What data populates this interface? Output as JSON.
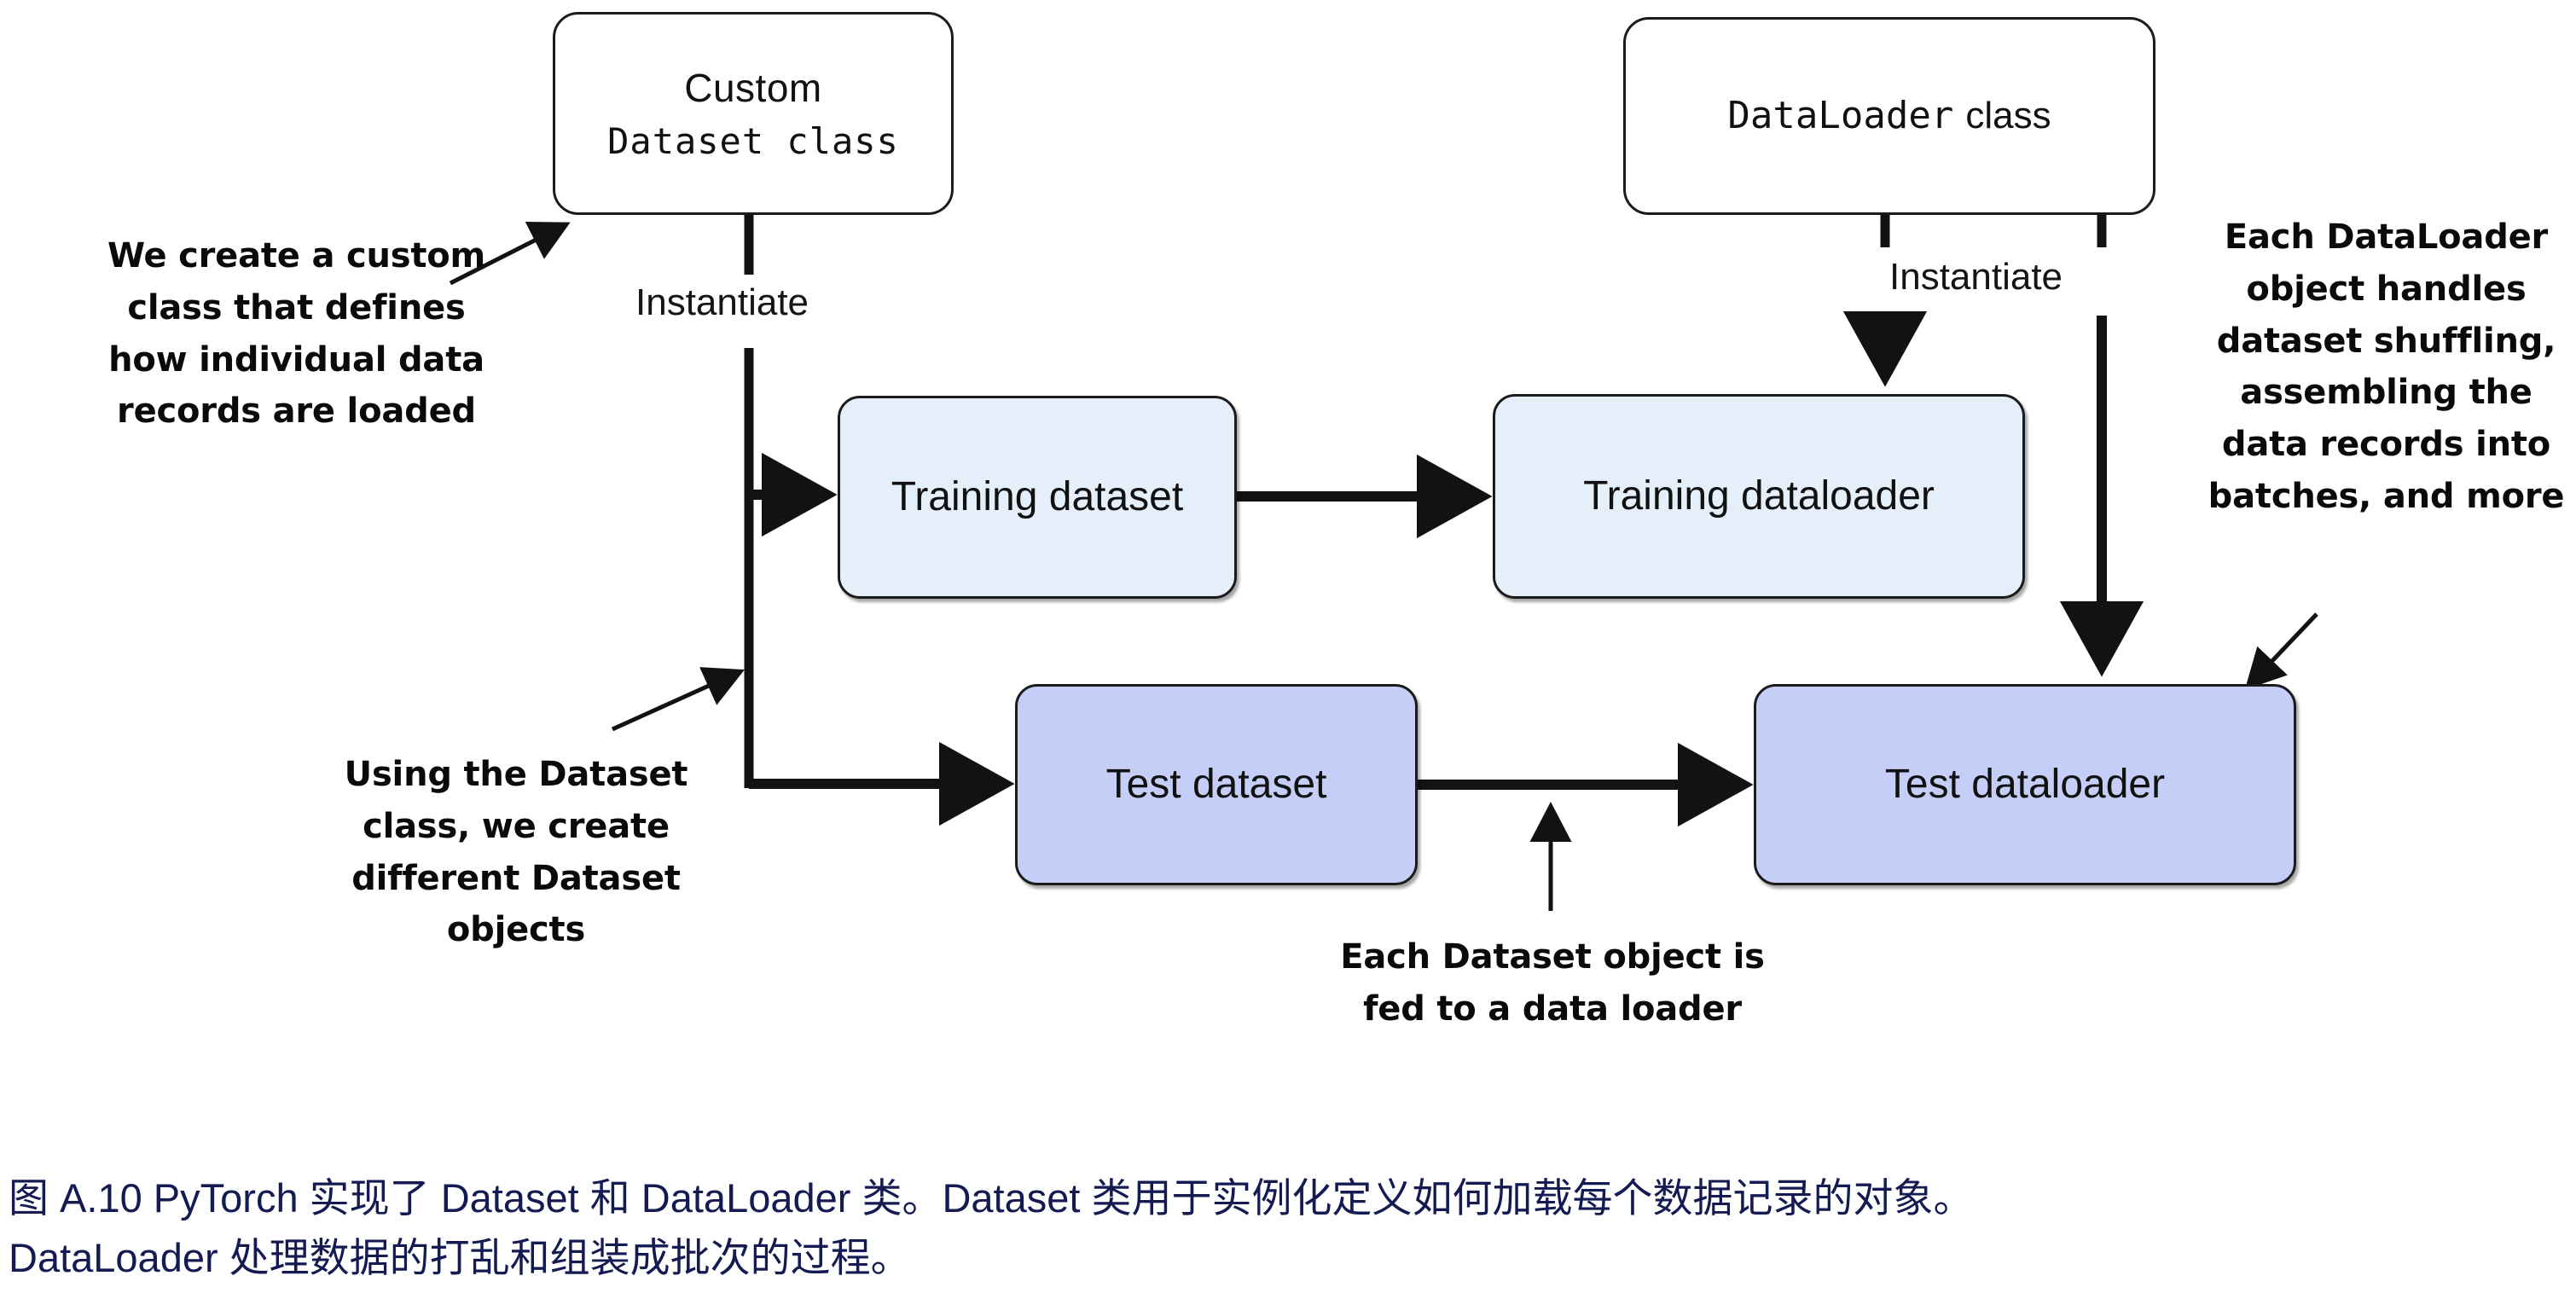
{
  "figure": {
    "title": "PyTorch Dataset and DataLoader class diagram",
    "colors": {
      "stroke": "#1b1b1b",
      "light_blue_fill": "#e4effa",
      "mid_blue_fill": "#c4cef6",
      "caption_text": "#141a52",
      "background": "#ffffff"
    }
  },
  "nodes": {
    "custom_dataset_class": {
      "line1": "Custom",
      "line2": "Dataset class",
      "fill": "white"
    },
    "dataloader_class": {
      "label_mono": "DataLoader",
      "label_sans": "class",
      "fill": "white"
    },
    "training_dataset": {
      "label": "Training dataset",
      "fill": "light-blue"
    },
    "training_dataloader": {
      "label": "Training dataloader",
      "fill": "light-blue"
    },
    "test_dataset": {
      "label": "Test dataset",
      "fill": "mid-blue"
    },
    "test_dataloader": {
      "label": "Test dataloader",
      "fill": "mid-blue"
    }
  },
  "edge_labels": {
    "instantiate_left": "Instantiate",
    "instantiate_right": "Instantiate"
  },
  "annotations": {
    "we_create": "We create a custom class that defines how individual data records are loaded",
    "using_dataset": "Using the Dataset class, we create different Dataset objects",
    "each_dataloader": "Each DataLoader object handles dataset shuffling, assembling the data records into batches, and more",
    "each_dataset_object": "Each Dataset object is fed to a data loader"
  },
  "caption": {
    "line1": "图 A.10 PyTorch 实现了 Dataset 和 DataLoader 类。Dataset 类用于实例化定义如何加载每个数据记录的对象。",
    "line2": "DataLoader 处理数据的打乱和组装成批次的过程。"
  }
}
